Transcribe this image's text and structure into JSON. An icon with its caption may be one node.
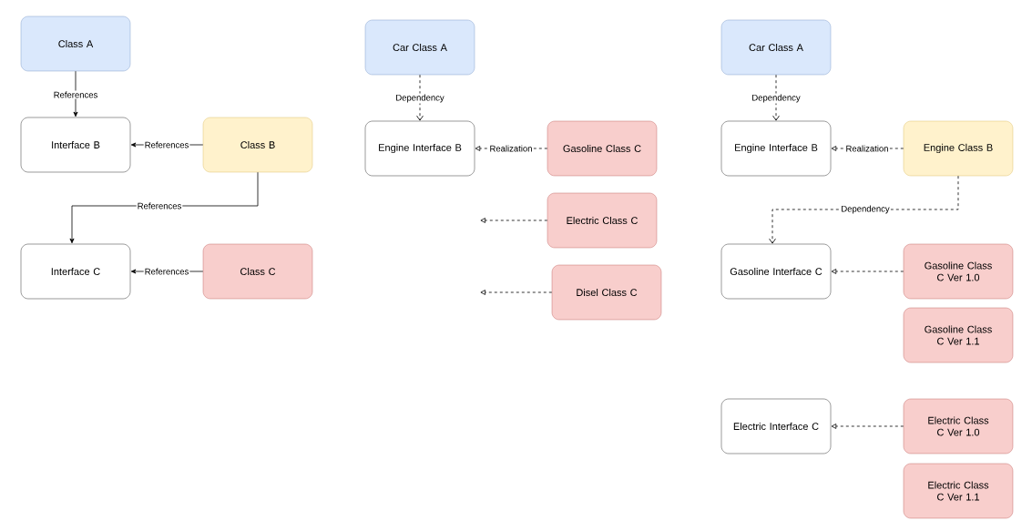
{
  "diagram": {
    "nodes": [
      {
        "text": [
          "Class A"
        ]
      },
      {
        "text": [
          "Interface B"
        ]
      },
      {
        "text": [
          "Class B"
        ]
      },
      {
        "text": [
          "Interface C"
        ]
      },
      {
        "text": [
          "Class C"
        ]
      },
      {
        "text": [
          "Car Class A"
        ]
      },
      {
        "text": [
          "Engine Interface B"
        ]
      },
      {
        "text": [
          "Gasoline Class C"
        ]
      },
      {
        "text": [
          "Electric Class C"
        ]
      },
      {
        "text": [
          "Disel Class C"
        ]
      },
      {
        "text": [
          "Car Class A"
        ]
      },
      {
        "text": [
          "Engine Interface B"
        ]
      },
      {
        "text": [
          "Engine Class B"
        ]
      },
      {
        "text": [
          "Gasoline Interface C"
        ]
      },
      {
        "text": [
          "Gasoline Class C Ver 1.0"
        ]
      },
      {
        "text": [
          "Gasoline Class C Ver 1.1"
        ]
      },
      {
        "text": [
          "Electric Interface C"
        ]
      },
      {
        "text": [
          "Electric Class C Ver 1.0"
        ]
      },
      {
        "text": [
          "Electric Class C Ver 1.1"
        ]
      }
    ],
    "edges": [
      {
        "from": 0,
        "to": 1,
        "arrow": "to",
        "label": "References"
      },
      {
        "from": 2,
        "to": 1,
        "arrow": "to",
        "label": "References"
      },
      {
        "from": 2,
        "to": 3,
        "arrow": "to",
        "label": "References"
      },
      {
        "from": 4,
        "to": 3,
        "arrow": "to",
        "label": "References"
      },
      {
        "from": 5,
        "to": 6,
        "arrow": "to",
        "label": "Dependency",
        "style": "dashed"
      },
      {
        "from": 7,
        "to": 6,
        "arrow": "to",
        "label": "Realization",
        "style": "dashed"
      },
      {
        "from": 8,
        "to": null,
        "arrow": "to",
        "style": "dashed"
      },
      {
        "from": 9,
        "to": null,
        "arrow": "to",
        "style": "dashed"
      },
      {
        "from": 10,
        "to": 11,
        "arrow": "to",
        "label": "Dependency",
        "style": "dashed"
      },
      {
        "from": 12,
        "to": 11,
        "arrow": "to",
        "label": "Realization",
        "style": "dashed"
      },
      {
        "from": 12,
        "to": 13,
        "arrow": "to",
        "label": "Dependency",
        "style": "dashed"
      },
      {
        "from": 14,
        "to": 13,
        "arrow": "to",
        "style": "dashed"
      },
      {
        "from": 17,
        "to": 16,
        "arrow": "to",
        "style": "dashed"
      }
    ]
  }
}
